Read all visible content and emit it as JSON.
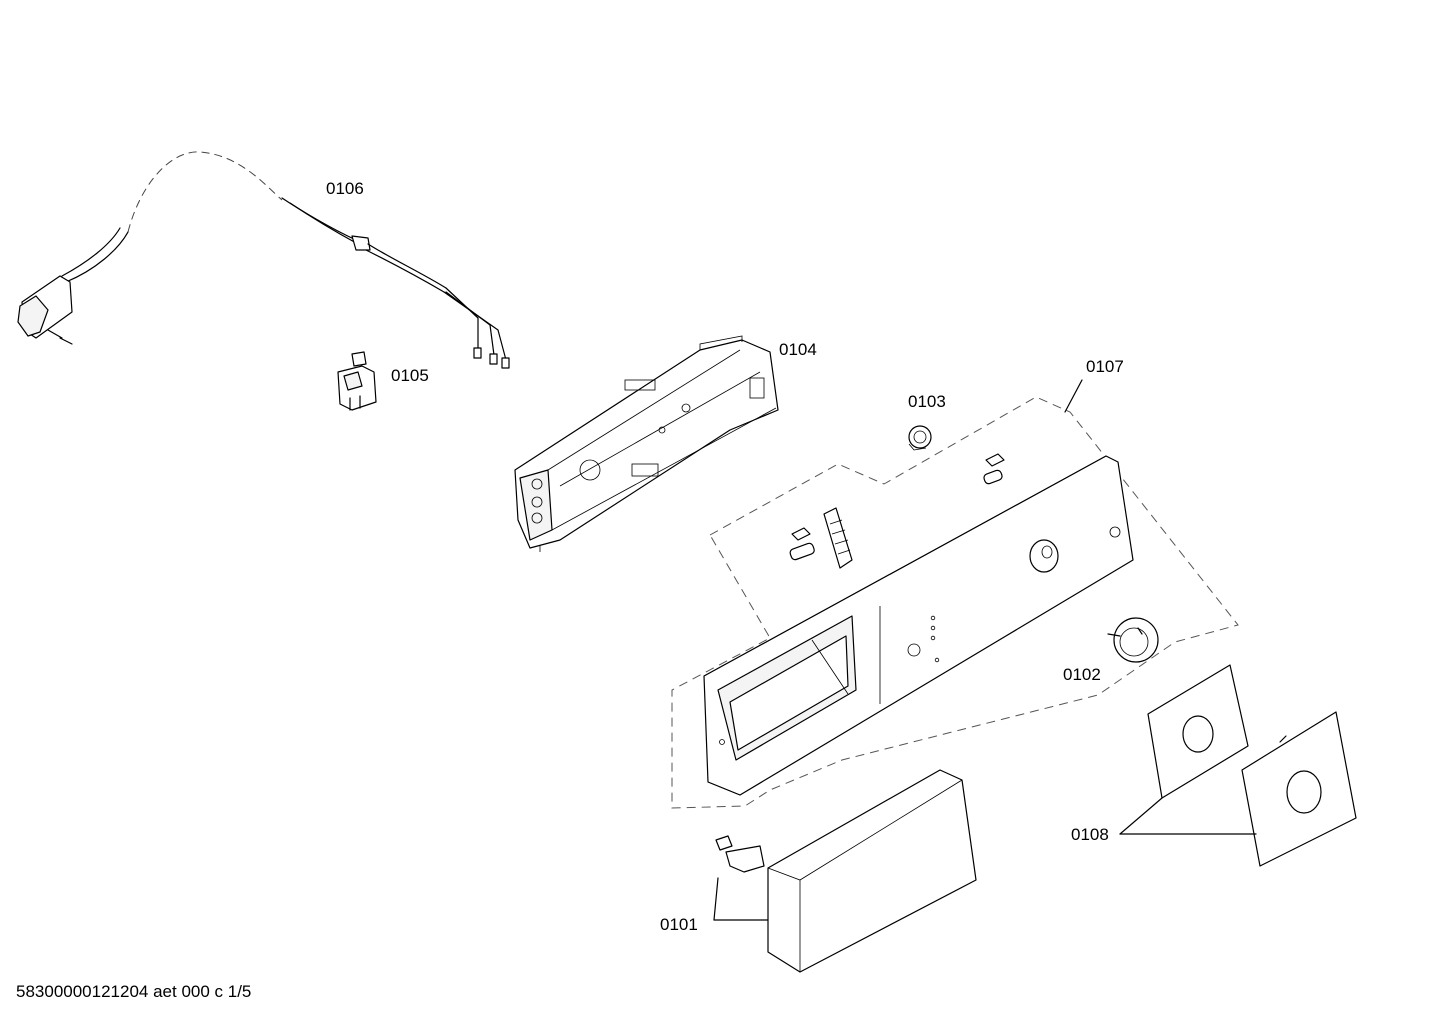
{
  "diagram": {
    "parts": [
      {
        "id": "p0101",
        "label": "0101"
      },
      {
        "id": "p0102",
        "label": "0102"
      },
      {
        "id": "p0103",
        "label": "0103"
      },
      {
        "id": "p0104",
        "label": "0104"
      },
      {
        "id": "p0105",
        "label": "0105"
      },
      {
        "id": "p0106",
        "label": "0106"
      },
      {
        "id": "p0107",
        "label": "0107"
      },
      {
        "id": "p0108",
        "label": "0108"
      }
    ],
    "footer": "58300000121204 aet 000 c 1/5"
  }
}
